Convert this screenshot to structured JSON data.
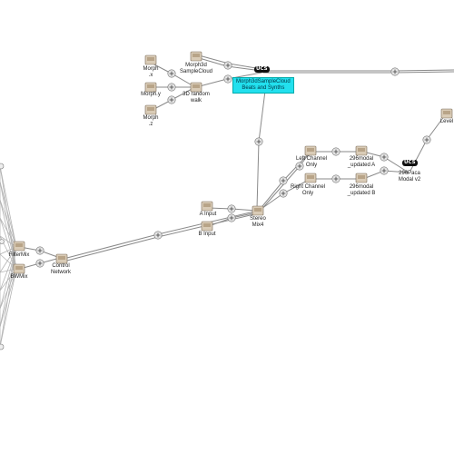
{
  "nodes": {
    "morph_x": "Morph\n.x",
    "morph_y": "Morph.y",
    "morph_z": "Morph\n.z",
    "morph3d_sample_cloud": "Morph3d\nSampleCloud",
    "random_walk_3d": "3D random\nwalk",
    "morph3d_sample_cloud_beats": "Morph3dSampleCloud\nBeats and Synths",
    "left_channel_only": "Left Channel\nOnly",
    "right_channel_only": "Right Channel\nOnly",
    "modal_updated_a": "296modal\n_updated A",
    "modal_updated_b": "296modal\n_updated B",
    "paca_modal_v2": "296Paca\nModal v2",
    "level": "Level",
    "a_input": "A Input",
    "b_input": "B Input",
    "stereo_mix4": "Stereo\nMix4",
    "filter_mix": "FilterMix",
    "bw_mix": "BWMix",
    "control_network": "Control\nNetwork"
  },
  "badges": {
    "ucs_top": "UCS",
    "ucs_right": "UCS"
  },
  "colors": {
    "highlight": "#22e0ee",
    "wire": "#8a8a8a",
    "icon": "#d9cbb6"
  }
}
